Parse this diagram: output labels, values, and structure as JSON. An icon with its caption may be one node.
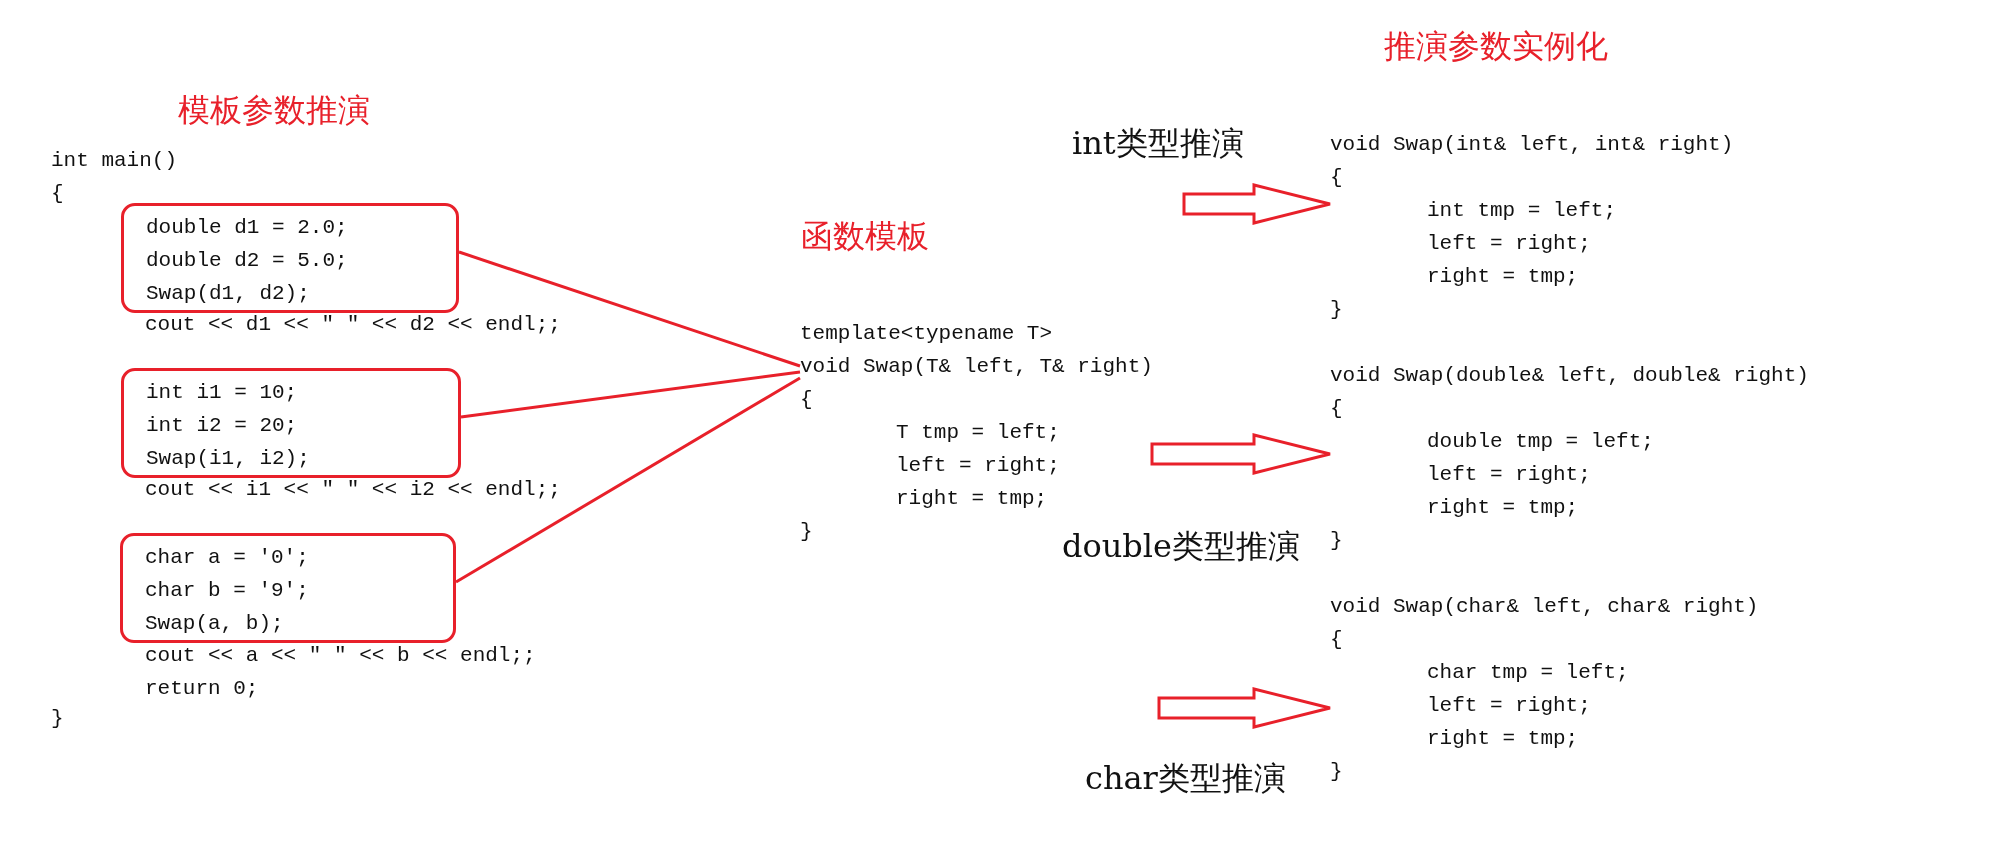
{
  "diagram": {
    "nodes": [
      {
        "text": [
          "double d1 = 2.0;",
          "double d2 = 5.0;",
          "Swap(d1, d2);"
        ]
      },
      {
        "text": [
          "int i1 = 10;",
          "int i2 = 20;",
          "Swap(i1, i2);"
        ]
      },
      {
        "text": [
          "char a = '0';",
          "char b = '9';",
          "Swap(a, b);"
        ]
      },
      {
        "text": [
          "template<typename T>",
          "void Swap(T& left, T& right)",
          "{",
          "T tmp = left;",
          "left = right;",
          "right = tmp;",
          "}"
        ]
      },
      {
        "text": [
          "void Swap(int& left, int& right)",
          "{",
          "int tmp = left;",
          "left = right;",
          "right = tmp;",
          "}"
        ]
      },
      {
        "text": [
          "void Swap(double& left, double& right)",
          "{",
          "double tmp = left;",
          "left = right;",
          "right = tmp;",
          "}"
        ]
      },
      {
        "text": [
          "void Swap(char& left, char& right)",
          "{",
          "char tmp = left;",
          "left = right;",
          "right = tmp;",
          "}"
        ]
      }
    ],
    "edges": [
      {
        "from": 0,
        "to": 3,
        "arrow": "none"
      },
      {
        "from": 1,
        "to": 3,
        "arrow": "none"
      },
      {
        "from": 2,
        "to": 3,
        "arrow": "none"
      },
      {
        "from": null,
        "to": 4,
        "arrow": "to"
      },
      {
        "from": null,
        "to": 5,
        "arrow": "to"
      },
      {
        "from": null,
        "to": 6,
        "arrow": "to"
      }
    ],
    "labels": [
      "推演参数实例化",
      "模板参数推演",
      "int main()",
      "{",
      "cout << d1 << \" \" << d2 << endl;;",
      "cout << i1 << \" \" << i2 << endl;;",
      "cout << a << \" \" << b << endl;;",
      "return 0;",
      "}",
      "函数模板",
      "int类型推演",
      "double类型推演",
      "char类型推演"
    ]
  }
}
